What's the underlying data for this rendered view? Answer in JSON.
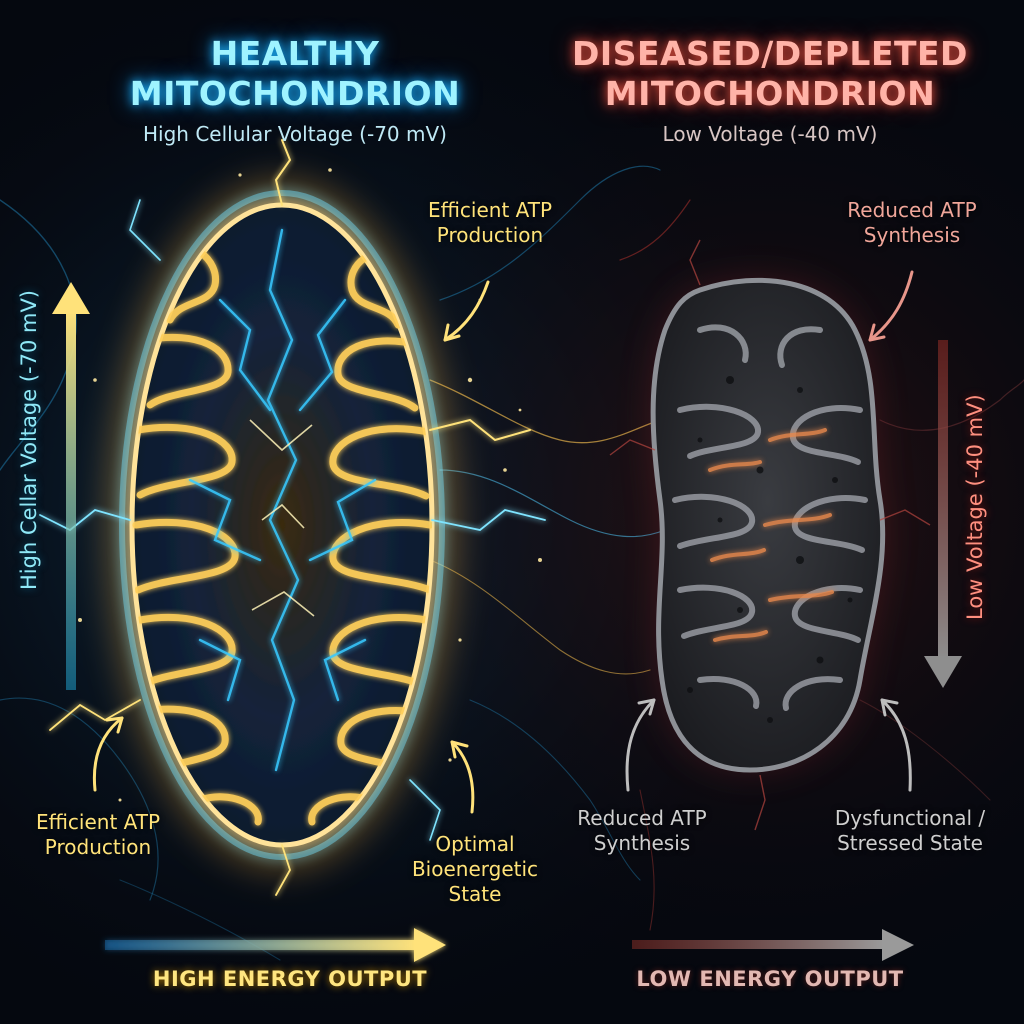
{
  "healthy": {
    "title_line1": "HEALTHY",
    "title_line2": "MITOCHONDRION",
    "subtitle": "High Cellular Voltage (-70 mV)",
    "callout_top_line1": "Efficient ATP",
    "callout_top_line2": "Production",
    "callout_left_line1": "Efficient ATP",
    "callout_left_line2": "Production",
    "callout_bottom_line1": "Optimal",
    "callout_bottom_line2": "Bioenergetic",
    "callout_bottom_line3": "State",
    "voltage_axis_label": "High Cellar Voltage (-70 mV)",
    "energy_label": "HIGH ENERGY OUTPUT"
  },
  "diseased": {
    "title_line1": "DISEASED/DEPLETED",
    "title_line2": "MITOCHONDRION",
    "subtitle": "Low Voltage (-40 mV)",
    "callout_top_line1": "Reduced ATP",
    "callout_top_line2": "Synthesis",
    "callout_left_line1": "Reduced ATP",
    "callout_left_line2": "Synthesis",
    "callout_right_line1": "Dysfunctional /",
    "callout_right_line2": "Stressed State",
    "voltage_axis_label": "Low Voltage (-40 mV)",
    "energy_label": "LOW ENERGY OUTPUT"
  },
  "colors": {
    "background": "#05080f",
    "healthy_glow": "#ffd45a",
    "healthy_cyan": "#27c8ff",
    "diseased_red": "#e0503f",
    "diseased_gray": "#6c6f76"
  }
}
